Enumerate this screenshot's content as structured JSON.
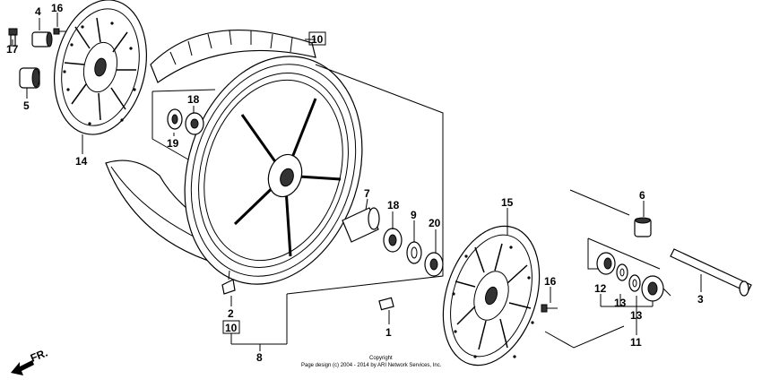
{
  "diagram": {
    "parts": [
      {
        "id": "p1",
        "label": "1"
      },
      {
        "id": "p2",
        "label": "2"
      },
      {
        "id": "p3",
        "label": "3"
      },
      {
        "id": "p4",
        "label": "4"
      },
      {
        "id": "p5",
        "label": "5"
      },
      {
        "id": "p6",
        "label": "6"
      },
      {
        "id": "p7",
        "label": "7"
      },
      {
        "id": "p8",
        "label": "8"
      },
      {
        "id": "p9",
        "label": "9"
      },
      {
        "id": "p10a",
        "label": "10",
        "boxed": true
      },
      {
        "id": "p10b",
        "label": "10",
        "boxed": true
      },
      {
        "id": "p11",
        "label": "11"
      },
      {
        "id": "p12",
        "label": "12"
      },
      {
        "id": "p13a",
        "label": "13"
      },
      {
        "id": "p13b",
        "label": "13"
      },
      {
        "id": "p14",
        "label": "14"
      },
      {
        "id": "p15",
        "label": "15"
      },
      {
        "id": "p16a",
        "label": "16"
      },
      {
        "id": "p16b",
        "label": "16"
      },
      {
        "id": "p17",
        "label": "17"
      },
      {
        "id": "p18a",
        "label": "18"
      },
      {
        "id": "p18b",
        "label": "18"
      },
      {
        "id": "p19",
        "label": "19"
      },
      {
        "id": "p20",
        "label": "20"
      }
    ],
    "direction_label": "FR.",
    "copyright_line1": "Copyright",
    "copyright_line2": "Page design (c) 2004 - 2014 by ARI Network Services, Inc."
  }
}
